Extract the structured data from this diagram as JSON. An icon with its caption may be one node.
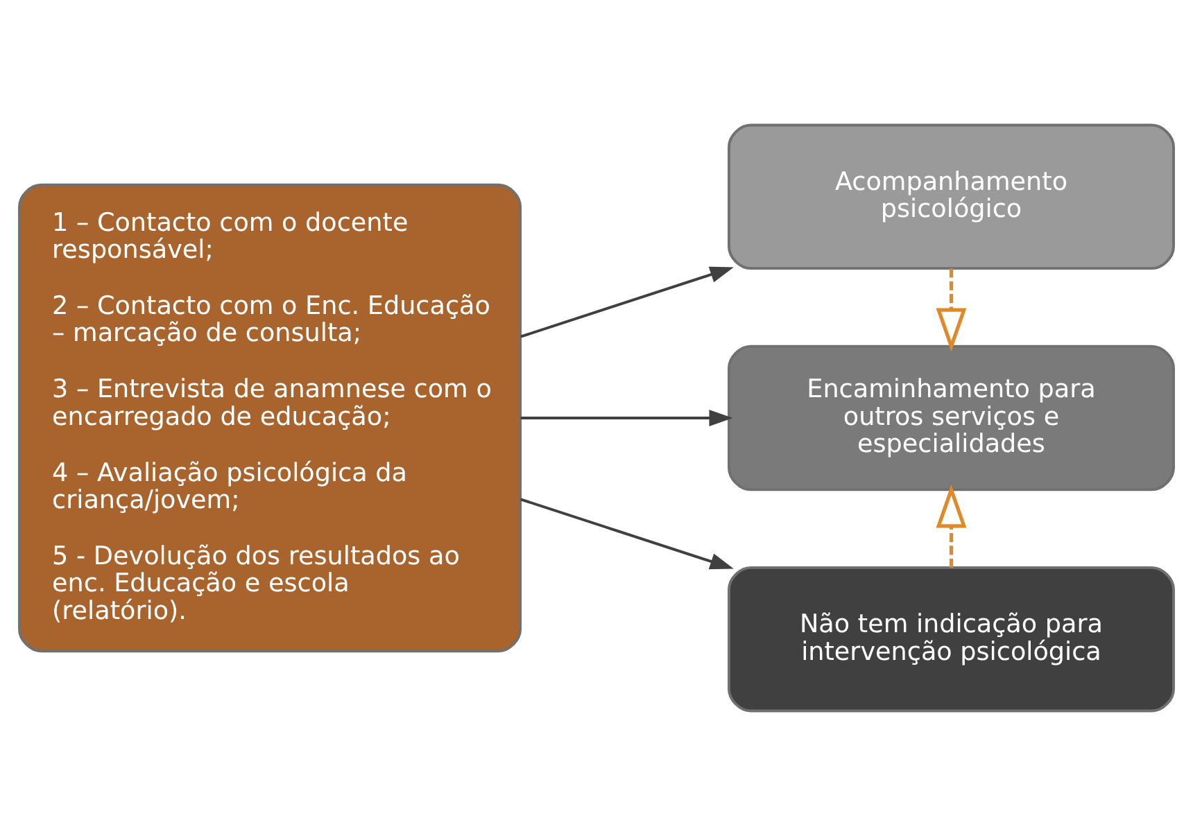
{
  "diagram": {
    "nodes": [
      {
        "text": [
          "1 – Contacto com o docente responsável;",
          "2 – Contacto com o Enc. Educação – marcação de consulta;",
          "3 – Entrevista de anamnese com o encarregado de educação;",
          "4 – Avaliação psicológica da criança/jovem;",
          "5 - Devolução dos resultados ao enc. Educação e escola (relatório)."
        ]
      },
      {
        "text": [
          "Acompanhamento psicológico"
        ]
      },
      {
        "text": [
          "Encaminhamento para outros serviços e especialidades"
        ]
      },
      {
        "text": [
          "Não tem indicação para intervenção psicológica"
        ]
      }
    ],
    "edges": [
      {
        "from": 0,
        "to": 1,
        "arrow": "to"
      },
      {
        "from": 0,
        "to": 2,
        "arrow": "to"
      },
      {
        "from": 0,
        "to": 3,
        "arrow": "to"
      },
      {
        "from": 1,
        "to": 2,
        "arrow": "to",
        "style": "dashed",
        "color": "#e0892a"
      },
      {
        "from": 3,
        "to": 2,
        "arrow": "to",
        "style": "dashed",
        "color": "#e0892a"
      }
    ]
  }
}
